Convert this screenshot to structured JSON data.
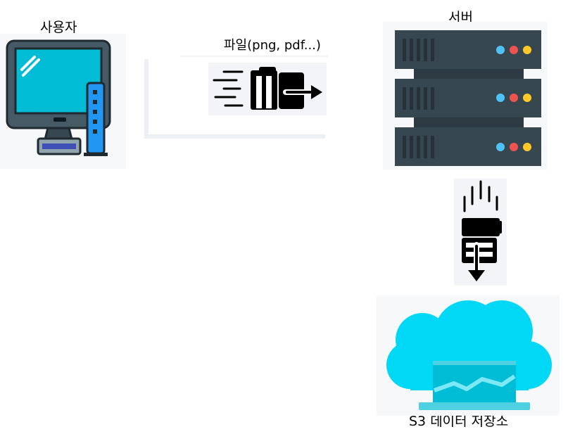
{
  "labels": {
    "user": "사용자",
    "file": "파일(png, pdf...)",
    "server": "서버",
    "storage": "S3 데이터 저장소"
  },
  "icons": {
    "user": "desktop-computer-icon",
    "file": "file-send-icon",
    "server": "server-rack-icon",
    "upload": "file-upload-icon",
    "storage": "cloud-storage-icon"
  },
  "colors": {
    "screen": "#00bcd4",
    "monitor_frame": "#455a64",
    "server_body": "#37474f",
    "cloud": "#00d8f5",
    "led_blue": "#4fc3f7",
    "led_red": "#ef5350",
    "led_yellow": "#ffca28"
  }
}
